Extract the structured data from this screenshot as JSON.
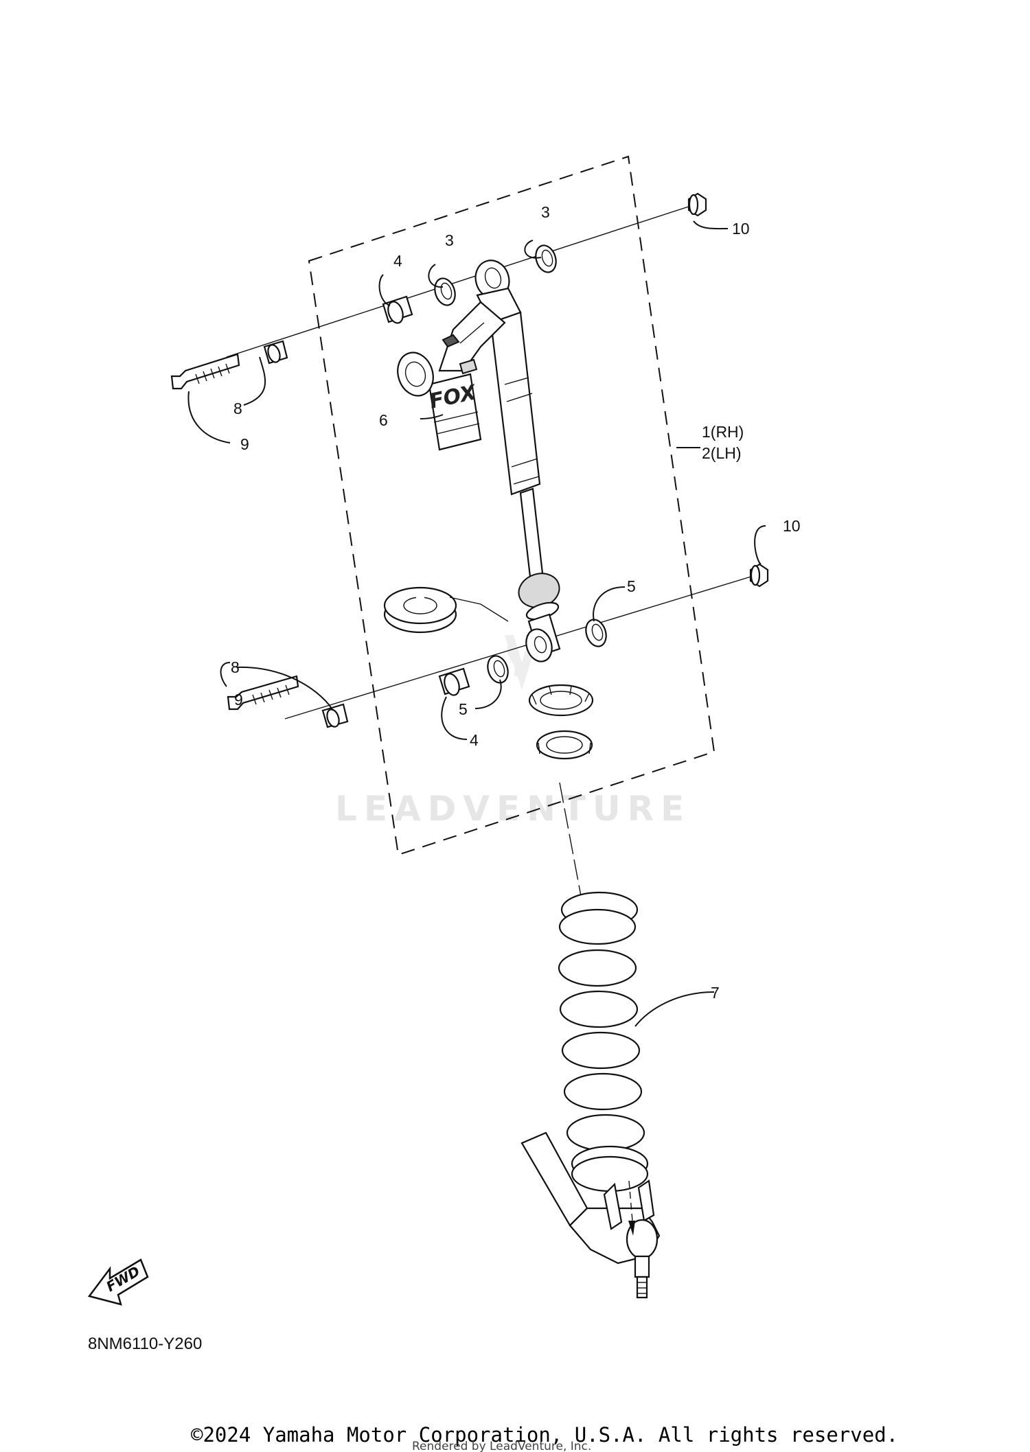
{
  "diagram": {
    "callouts": [
      {
        "id": "c3a",
        "text": "3"
      },
      {
        "id": "c3b",
        "text": "3"
      },
      {
        "id": "c4a",
        "text": "4"
      },
      {
        "id": "c10a",
        "text": "10"
      },
      {
        "id": "c8a",
        "text": "8"
      },
      {
        "id": "c9a",
        "text": "9"
      },
      {
        "id": "c6",
        "text": "6"
      },
      {
        "id": "c10b",
        "text": "10"
      },
      {
        "id": "c5a",
        "text": "5"
      },
      {
        "id": "c8b",
        "text": "8"
      },
      {
        "id": "c9b",
        "text": "9"
      },
      {
        "id": "c5b",
        "text": "5"
      },
      {
        "id": "c4b",
        "text": "4"
      },
      {
        "id": "c7",
        "text": "7"
      }
    ],
    "side_labels": [
      "1(RH)",
      "2(LH)"
    ],
    "fwd_label": "FWD",
    "diagram_code": "8NM6110-Y260",
    "watermark": "LEADVENTURE",
    "shock_brand": "FOX"
  },
  "footer": {
    "copyright": "©2024 Yamaha Motor Corporation, U.S.A. All rights reserved.",
    "rendered_by": "Rendered by LeadVenture, Inc."
  }
}
